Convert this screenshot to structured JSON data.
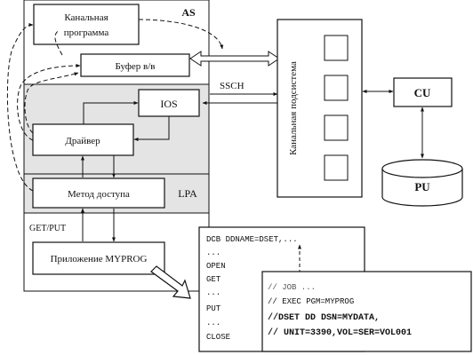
{
  "regions": {
    "as_label": "AS",
    "lpa_label": "LPA"
  },
  "boxes": {
    "channel_program": [
      "Канальная",
      "программа"
    ],
    "io_buffer": "Буфер в/в",
    "ios": "IOS",
    "driver": "Драйвер",
    "access_method": "Метод доступа",
    "application": "Приложение MYPROG",
    "channel_subsystem": "Канальная подсистема",
    "cu": "CU",
    "pu": "PU"
  },
  "labels": {
    "ssch": "SSCH",
    "get_put": "GET/PUT"
  },
  "program_listing": {
    "lines": [
      "DCB DDNAME=DSET,...",
      "...",
      "OPEN",
      "GET",
      "...",
      "PUT",
      "...",
      "CLOSE"
    ]
  },
  "jcl_listing": {
    "lines": [
      "//       JOB ...",
      "//       EXEC PGM=MYPROG",
      "//DSET DD DSN=MYDATA,",
      "// UNIT=3390,VOL=SER=VOL001"
    ]
  }
}
